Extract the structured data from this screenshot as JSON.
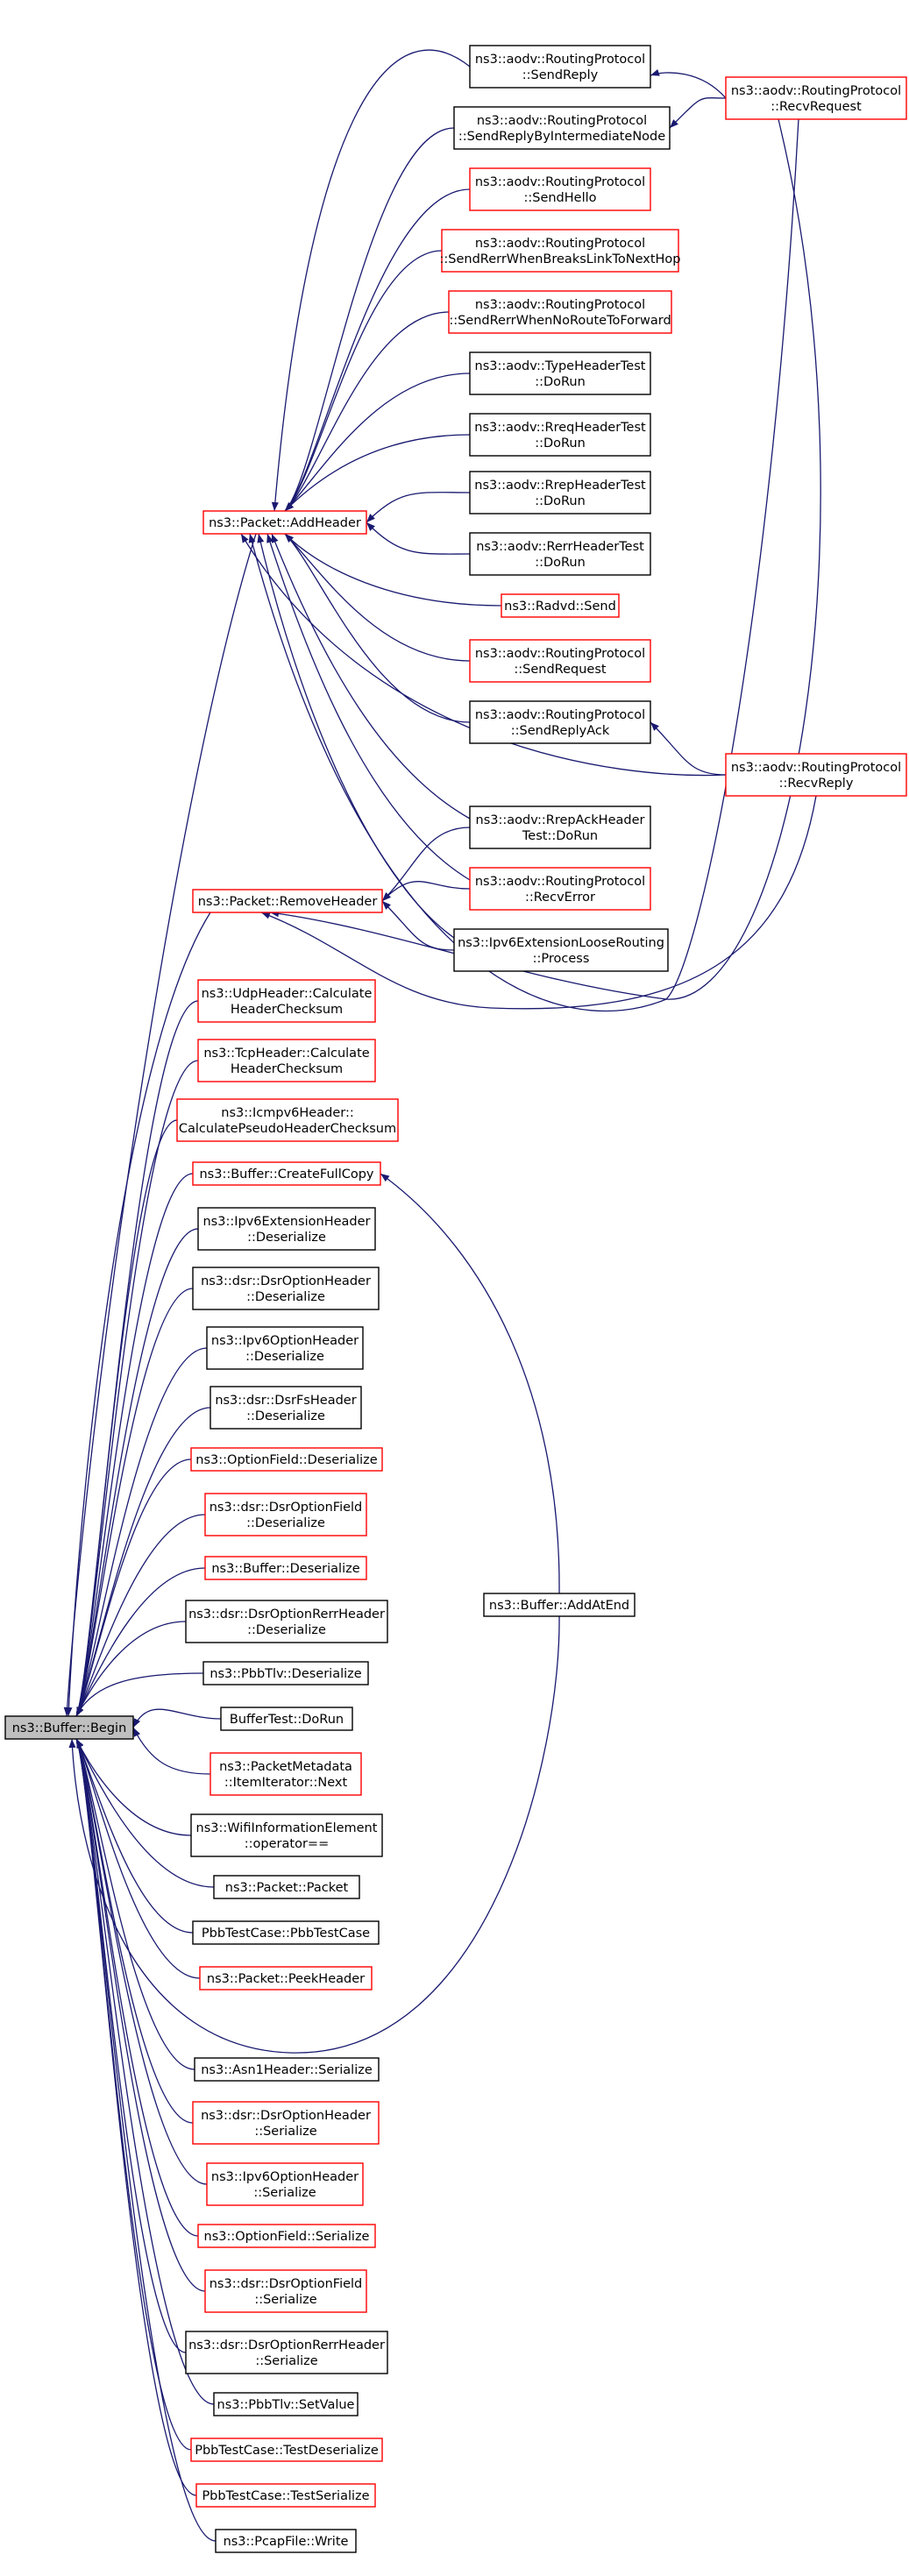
{
  "colors": {
    "edge": "#191970",
    "node_border_black": "#000000",
    "node_border_red": "#ff0000",
    "root_fill": "#bfbfbf"
  },
  "nodes": [
    {
      "id": "root",
      "lines": [
        "ns3::Buffer::Begin"
      ],
      "border": "root"
    },
    {
      "id": "packet_addheader",
      "lines": [
        "ns3::Packet::AddHeader"
      ],
      "border": "red"
    },
    {
      "id": "packet_removeheader",
      "lines": [
        "ns3::Packet::RemoveHeader"
      ],
      "border": "red"
    },
    {
      "id": "udp_calc",
      "lines": [
        "ns3::UdpHeader::Calculate",
        "HeaderChecksum"
      ],
      "border": "red"
    },
    {
      "id": "tcp_calc",
      "lines": [
        "ns3::TcpHeader::Calculate",
        "HeaderChecksum"
      ],
      "border": "red"
    },
    {
      "id": "icmpv6_calc",
      "lines": [
        "ns3::Icmpv6Header::",
        "CalculatePseudoHeaderChecksum"
      ],
      "border": "red"
    },
    {
      "id": "buffer_createfullcopy",
      "lines": [
        "ns3::Buffer::CreateFullCopy"
      ],
      "border": "red"
    },
    {
      "id": "ipv6ext_deser",
      "lines": [
        "ns3::Ipv6ExtensionHeader",
        "::Deserialize"
      ],
      "border": "black"
    },
    {
      "id": "dsroption_deser",
      "lines": [
        "ns3::dsr::DsrOptionHeader",
        "::Deserialize"
      ],
      "border": "black"
    },
    {
      "id": "ipv6option_deser",
      "lines": [
        "ns3::Ipv6OptionHeader",
        "::Deserialize"
      ],
      "border": "black"
    },
    {
      "id": "dsrfs_deser",
      "lines": [
        "ns3::dsr::DsrFsHeader",
        "::Deserialize"
      ],
      "border": "black"
    },
    {
      "id": "optionfield_deser",
      "lines": [
        "ns3::OptionField::Deserialize"
      ],
      "border": "red"
    },
    {
      "id": "dsroptionfield_deser",
      "lines": [
        "ns3::dsr::DsrOptionField",
        "::Deserialize"
      ],
      "border": "red"
    },
    {
      "id": "buffer_deser",
      "lines": [
        "ns3::Buffer::Deserialize"
      ],
      "border": "red"
    },
    {
      "id": "dsrrerr_deser",
      "lines": [
        "ns3::dsr::DsrOptionRerrHeader",
        "::Deserialize"
      ],
      "border": "black"
    },
    {
      "id": "pbbtlv_deser",
      "lines": [
        "ns3::PbbTlv::Deserialize"
      ],
      "border": "black"
    },
    {
      "id": "buffertest_dorun",
      "lines": [
        "BufferTest::DoRun"
      ],
      "border": "black"
    },
    {
      "id": "packetmetadata_next",
      "lines": [
        "ns3::PacketMetadata",
        "::ItemIterator::Next"
      ],
      "border": "red"
    },
    {
      "id": "wifiinfo_eq",
      "lines": [
        "ns3::WifiInformationElement",
        "::operator=="
      ],
      "border": "black"
    },
    {
      "id": "packet_packet",
      "lines": [
        "ns3::Packet::Packet"
      ],
      "border": "black"
    },
    {
      "id": "pbbtestcase_ctor",
      "lines": [
        "PbbTestCase::PbbTestCase"
      ],
      "border": "black"
    },
    {
      "id": "packet_peekheader",
      "lines": [
        "ns3::Packet::PeekHeader"
      ],
      "border": "red"
    },
    {
      "id": "asn1_ser",
      "lines": [
        "ns3::Asn1Header::Serialize"
      ],
      "border": "black"
    },
    {
      "id": "dsroption_ser",
      "lines": [
        "ns3::dsr::DsrOptionHeader",
        "::Serialize"
      ],
      "border": "red"
    },
    {
      "id": "ipv6option_ser",
      "lines": [
        "ns3::Ipv6OptionHeader",
        "::Serialize"
      ],
      "border": "red"
    },
    {
      "id": "optionfield_ser",
      "lines": [
        "ns3::OptionField::Serialize"
      ],
      "border": "red"
    },
    {
      "id": "dsroptionfield_ser",
      "lines": [
        "ns3::dsr::DsrOptionField",
        "::Serialize"
      ],
      "border": "red"
    },
    {
      "id": "dsrrerr_ser",
      "lines": [
        "ns3::dsr::DsrOptionRerrHeader",
        "::Serialize"
      ],
      "border": "black"
    },
    {
      "id": "pbbtlv_setvalue",
      "lines": [
        "ns3::PbbTlv::SetValue"
      ],
      "border": "black"
    },
    {
      "id": "pbbtestcase_testdeser",
      "lines": [
        "PbbTestCase::TestDeserialize"
      ],
      "border": "red"
    },
    {
      "id": "pbbtestcase_testser",
      "lines": [
        "PbbTestCase::TestSerialize"
      ],
      "border": "red"
    },
    {
      "id": "pcapfile_write",
      "lines": [
        "ns3::PcapFile::Write"
      ],
      "border": "black"
    },
    {
      "id": "aodv_sendreply",
      "lines": [
        "ns3::aodv::RoutingProtocol",
        "::SendReply"
      ],
      "border": "black"
    },
    {
      "id": "aodv_sendreplyinter",
      "lines": [
        "ns3::aodv::RoutingProtocol",
        "::SendReplyByIntermediateNode"
      ],
      "border": "black"
    },
    {
      "id": "aodv_sendhello",
      "lines": [
        "ns3::aodv::RoutingProtocol",
        "::SendHello"
      ],
      "border": "red"
    },
    {
      "id": "aodv_sendrerrbreaks",
      "lines": [
        "ns3::aodv::RoutingProtocol",
        "::SendRerrWhenBreaksLinkToNextHop"
      ],
      "border": "red"
    },
    {
      "id": "aodv_sendrerrnoroute",
      "lines": [
        "ns3::aodv::RoutingProtocol",
        "::SendRerrWhenNoRouteToForward"
      ],
      "border": "red"
    },
    {
      "id": "aodv_typeheadertest",
      "lines": [
        "ns3::aodv::TypeHeaderTest",
        "::DoRun"
      ],
      "border": "black"
    },
    {
      "id": "aodv_rreqheadertest",
      "lines": [
        "ns3::aodv::RreqHeaderTest",
        "::DoRun"
      ],
      "border": "black"
    },
    {
      "id": "aodv_rrepheadertest",
      "lines": [
        "ns3::aodv::RrepHeaderTest",
        "::DoRun"
      ],
      "border": "black"
    },
    {
      "id": "aodv_rerrheadertest",
      "lines": [
        "ns3::aodv::RerrHeaderTest",
        "::DoRun"
      ],
      "border": "black"
    },
    {
      "id": "radvd_send",
      "lines": [
        "ns3::Radvd::Send"
      ],
      "border": "red"
    },
    {
      "id": "aodv_sendrequest",
      "lines": [
        "ns3::aodv::RoutingProtocol",
        "::SendRequest"
      ],
      "border": "red"
    },
    {
      "id": "aodv_sendreplyack",
      "lines": [
        "ns3::aodv::RoutingProtocol",
        "::SendReplyAck"
      ],
      "border": "black"
    },
    {
      "id": "aodv_rrepackheader",
      "lines": [
        "ns3::aodv::RrepAckHeader",
        "Test::DoRun"
      ],
      "border": "black"
    },
    {
      "id": "aodv_recverror",
      "lines": [
        "ns3::aodv::RoutingProtocol",
        "::RecvError"
      ],
      "border": "red"
    },
    {
      "id": "ipv6looserouting",
      "lines": [
        "ns3::Ipv6ExtensionLooseRouting",
        "::Process"
      ],
      "border": "black"
    },
    {
      "id": "buffer_addatend",
      "lines": [
        "ns3::Buffer::AddAtEnd"
      ],
      "border": "black"
    },
    {
      "id": "aodv_recvrequest",
      "lines": [
        "ns3::aodv::RoutingProtocol",
        "::RecvRequest"
      ],
      "border": "red"
    },
    {
      "id": "aodv_recvreply",
      "lines": [
        "ns3::aodv::RoutingProtocol",
        "::RecvReply"
      ],
      "border": "red"
    }
  ],
  "edges": [
    {
      "from": "packet_addheader",
      "to": "root"
    },
    {
      "from": "packet_removeheader",
      "to": "root"
    },
    {
      "from": "udp_calc",
      "to": "root"
    },
    {
      "from": "tcp_calc",
      "to": "root"
    },
    {
      "from": "icmpv6_calc",
      "to": "root"
    },
    {
      "from": "buffer_createfullcopy",
      "to": "root"
    },
    {
      "from": "ipv6ext_deser",
      "to": "root"
    },
    {
      "from": "dsroption_deser",
      "to": "root"
    },
    {
      "from": "ipv6option_deser",
      "to": "root"
    },
    {
      "from": "dsrfs_deser",
      "to": "root"
    },
    {
      "from": "optionfield_deser",
      "to": "root"
    },
    {
      "from": "dsroptionfield_deser",
      "to": "root"
    },
    {
      "from": "buffer_deser",
      "to": "root"
    },
    {
      "from": "dsrrerr_deser",
      "to": "root"
    },
    {
      "from": "pbbtlv_deser",
      "to": "root"
    },
    {
      "from": "buffertest_dorun",
      "to": "root"
    },
    {
      "from": "packetmetadata_next",
      "to": "root"
    },
    {
      "from": "wifiinfo_eq",
      "to": "root"
    },
    {
      "from": "packet_packet",
      "to": "root"
    },
    {
      "from": "pbbtestcase_ctor",
      "to": "root"
    },
    {
      "from": "packet_peekheader",
      "to": "root"
    },
    {
      "from": "asn1_ser",
      "to": "root"
    },
    {
      "from": "dsroption_ser",
      "to": "root"
    },
    {
      "from": "ipv6option_ser",
      "to": "root"
    },
    {
      "from": "optionfield_ser",
      "to": "root"
    },
    {
      "from": "dsroptionfield_ser",
      "to": "root"
    },
    {
      "from": "dsrrerr_ser",
      "to": "root"
    },
    {
      "from": "pbbtlv_setvalue",
      "to": "root"
    },
    {
      "from": "pbbtestcase_testdeser",
      "to": "root"
    },
    {
      "from": "pbbtestcase_testser",
      "to": "root"
    },
    {
      "from": "pcapfile_write",
      "to": "root"
    },
    {
      "from": "buffer_addatend",
      "to": "root"
    },
    {
      "from": "buffer_addatend",
      "to": "buffer_createfullcopy"
    },
    {
      "from": "aodv_sendreply",
      "to": "packet_addheader"
    },
    {
      "from": "aodv_sendreplyinter",
      "to": "packet_addheader"
    },
    {
      "from": "aodv_sendhello",
      "to": "packet_addheader"
    },
    {
      "from": "aodv_sendrerrbreaks",
      "to": "packet_addheader"
    },
    {
      "from": "aodv_sendrerrnoroute",
      "to": "packet_addheader"
    },
    {
      "from": "aodv_typeheadertest",
      "to": "packet_addheader"
    },
    {
      "from": "aodv_rreqheadertest",
      "to": "packet_addheader"
    },
    {
      "from": "aodv_rrepheadertest",
      "to": "packet_addheader"
    },
    {
      "from": "aodv_rerrheadertest",
      "to": "packet_addheader"
    },
    {
      "from": "radvd_send",
      "to": "packet_addheader"
    },
    {
      "from": "aodv_sendrequest",
      "to": "packet_addheader"
    },
    {
      "from": "aodv_sendreplyack",
      "to": "packet_addheader"
    },
    {
      "from": "aodv_rrepackheader",
      "to": "packet_addheader"
    },
    {
      "from": "aodv_recverror",
      "to": "packet_addheader"
    },
    {
      "from": "ipv6looserouting",
      "to": "packet_addheader"
    },
    {
      "from": "aodv_recvrequest",
      "to": "packet_addheader"
    },
    {
      "from": "aodv_recvreply",
      "to": "packet_addheader"
    },
    {
      "from": "aodv_rrepackheader",
      "to": "packet_removeheader"
    },
    {
      "from": "aodv_recverror",
      "to": "packet_removeheader"
    },
    {
      "from": "ipv6looserouting",
      "to": "packet_removeheader"
    },
    {
      "from": "aodv_recvrequest",
      "to": "packet_removeheader"
    },
    {
      "from": "aodv_recvreply",
      "to": "packet_removeheader"
    },
    {
      "from": "aodv_recvrequest",
      "to": "aodv_sendreply"
    },
    {
      "from": "aodv_recvrequest",
      "to": "aodv_sendreplyinter"
    },
    {
      "from": "aodv_recvreply",
      "to": "aodv_sendreplyack"
    }
  ]
}
